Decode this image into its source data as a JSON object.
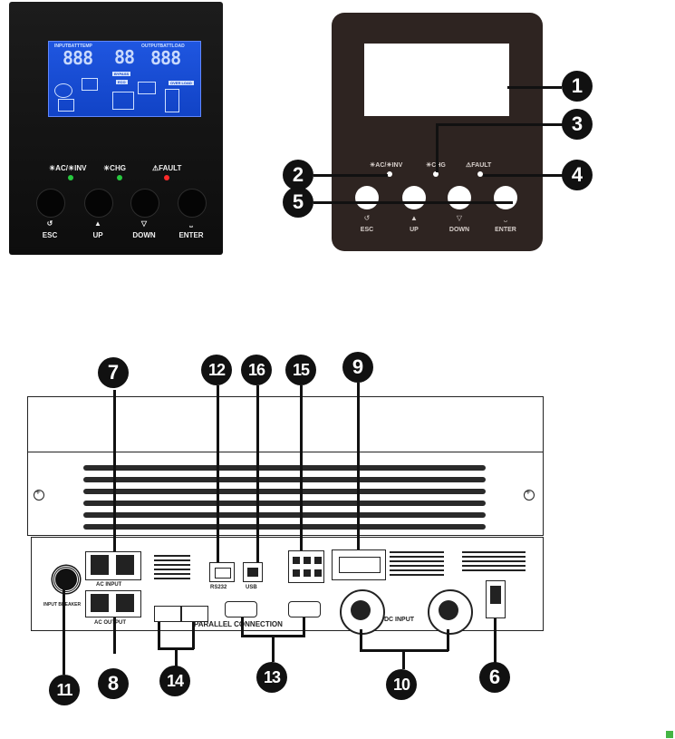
{
  "front_panel_photo": {
    "lcd_header_left": "INPUTBATTTEMP",
    "lcd_header_right": "OUTPUTBATTLOAD",
    "lcd_digits_left": "888",
    "lcd_digits_mid": "88",
    "lcd_digits_right": "888",
    "lcd_tag_bypass": "BYPASS",
    "lcd_tag_eco": "ECO",
    "lcd_tag_overload": "OVER LOAD",
    "indicator_ac_inv": "☀AC/☀INV",
    "indicator_chg": "☀CHG",
    "indicator_fault": "⚠FAULT",
    "led_ac_inv_color": "#27c93f",
    "led_chg_color": "#27c93f",
    "led_fault_color": "#ff2a2a",
    "buttons": [
      {
        "symbol": "↺",
        "label": "ESC"
      },
      {
        "symbol": "▲",
        "label": "UP"
      },
      {
        "symbol": "▽",
        "label": "DOWN"
      },
      {
        "symbol": "⎵",
        "label": "ENTER"
      }
    ]
  },
  "front_panel_drawing": {
    "indicator_ac_inv": "☀AC/☀INV",
    "indicator_chg": "☀CHG",
    "indicator_fault": "⚠FAULT",
    "buttons": [
      {
        "symbol": "↺",
        "label": "ESC"
      },
      {
        "symbol": "▲",
        "label": "UP"
      },
      {
        "symbol": "▽",
        "label": "DOWN"
      },
      {
        "symbol": "⎵",
        "label": "ENTER"
      }
    ]
  },
  "callouts": [
    "1",
    "2",
    "3",
    "4",
    "5",
    "6",
    "7",
    "8",
    "9",
    "10",
    "11",
    "12",
    "13",
    "14",
    "15",
    "16"
  ],
  "rear_panel": {
    "ac_input": "AC INPUT",
    "ac_output": "AC OUTPUT",
    "rs232": "RS232",
    "usb": "USB",
    "parallel": "PARALLEL CONNECTION",
    "dc_input": "DC INPUT",
    "breaker": "INPUT BREAKER"
  }
}
